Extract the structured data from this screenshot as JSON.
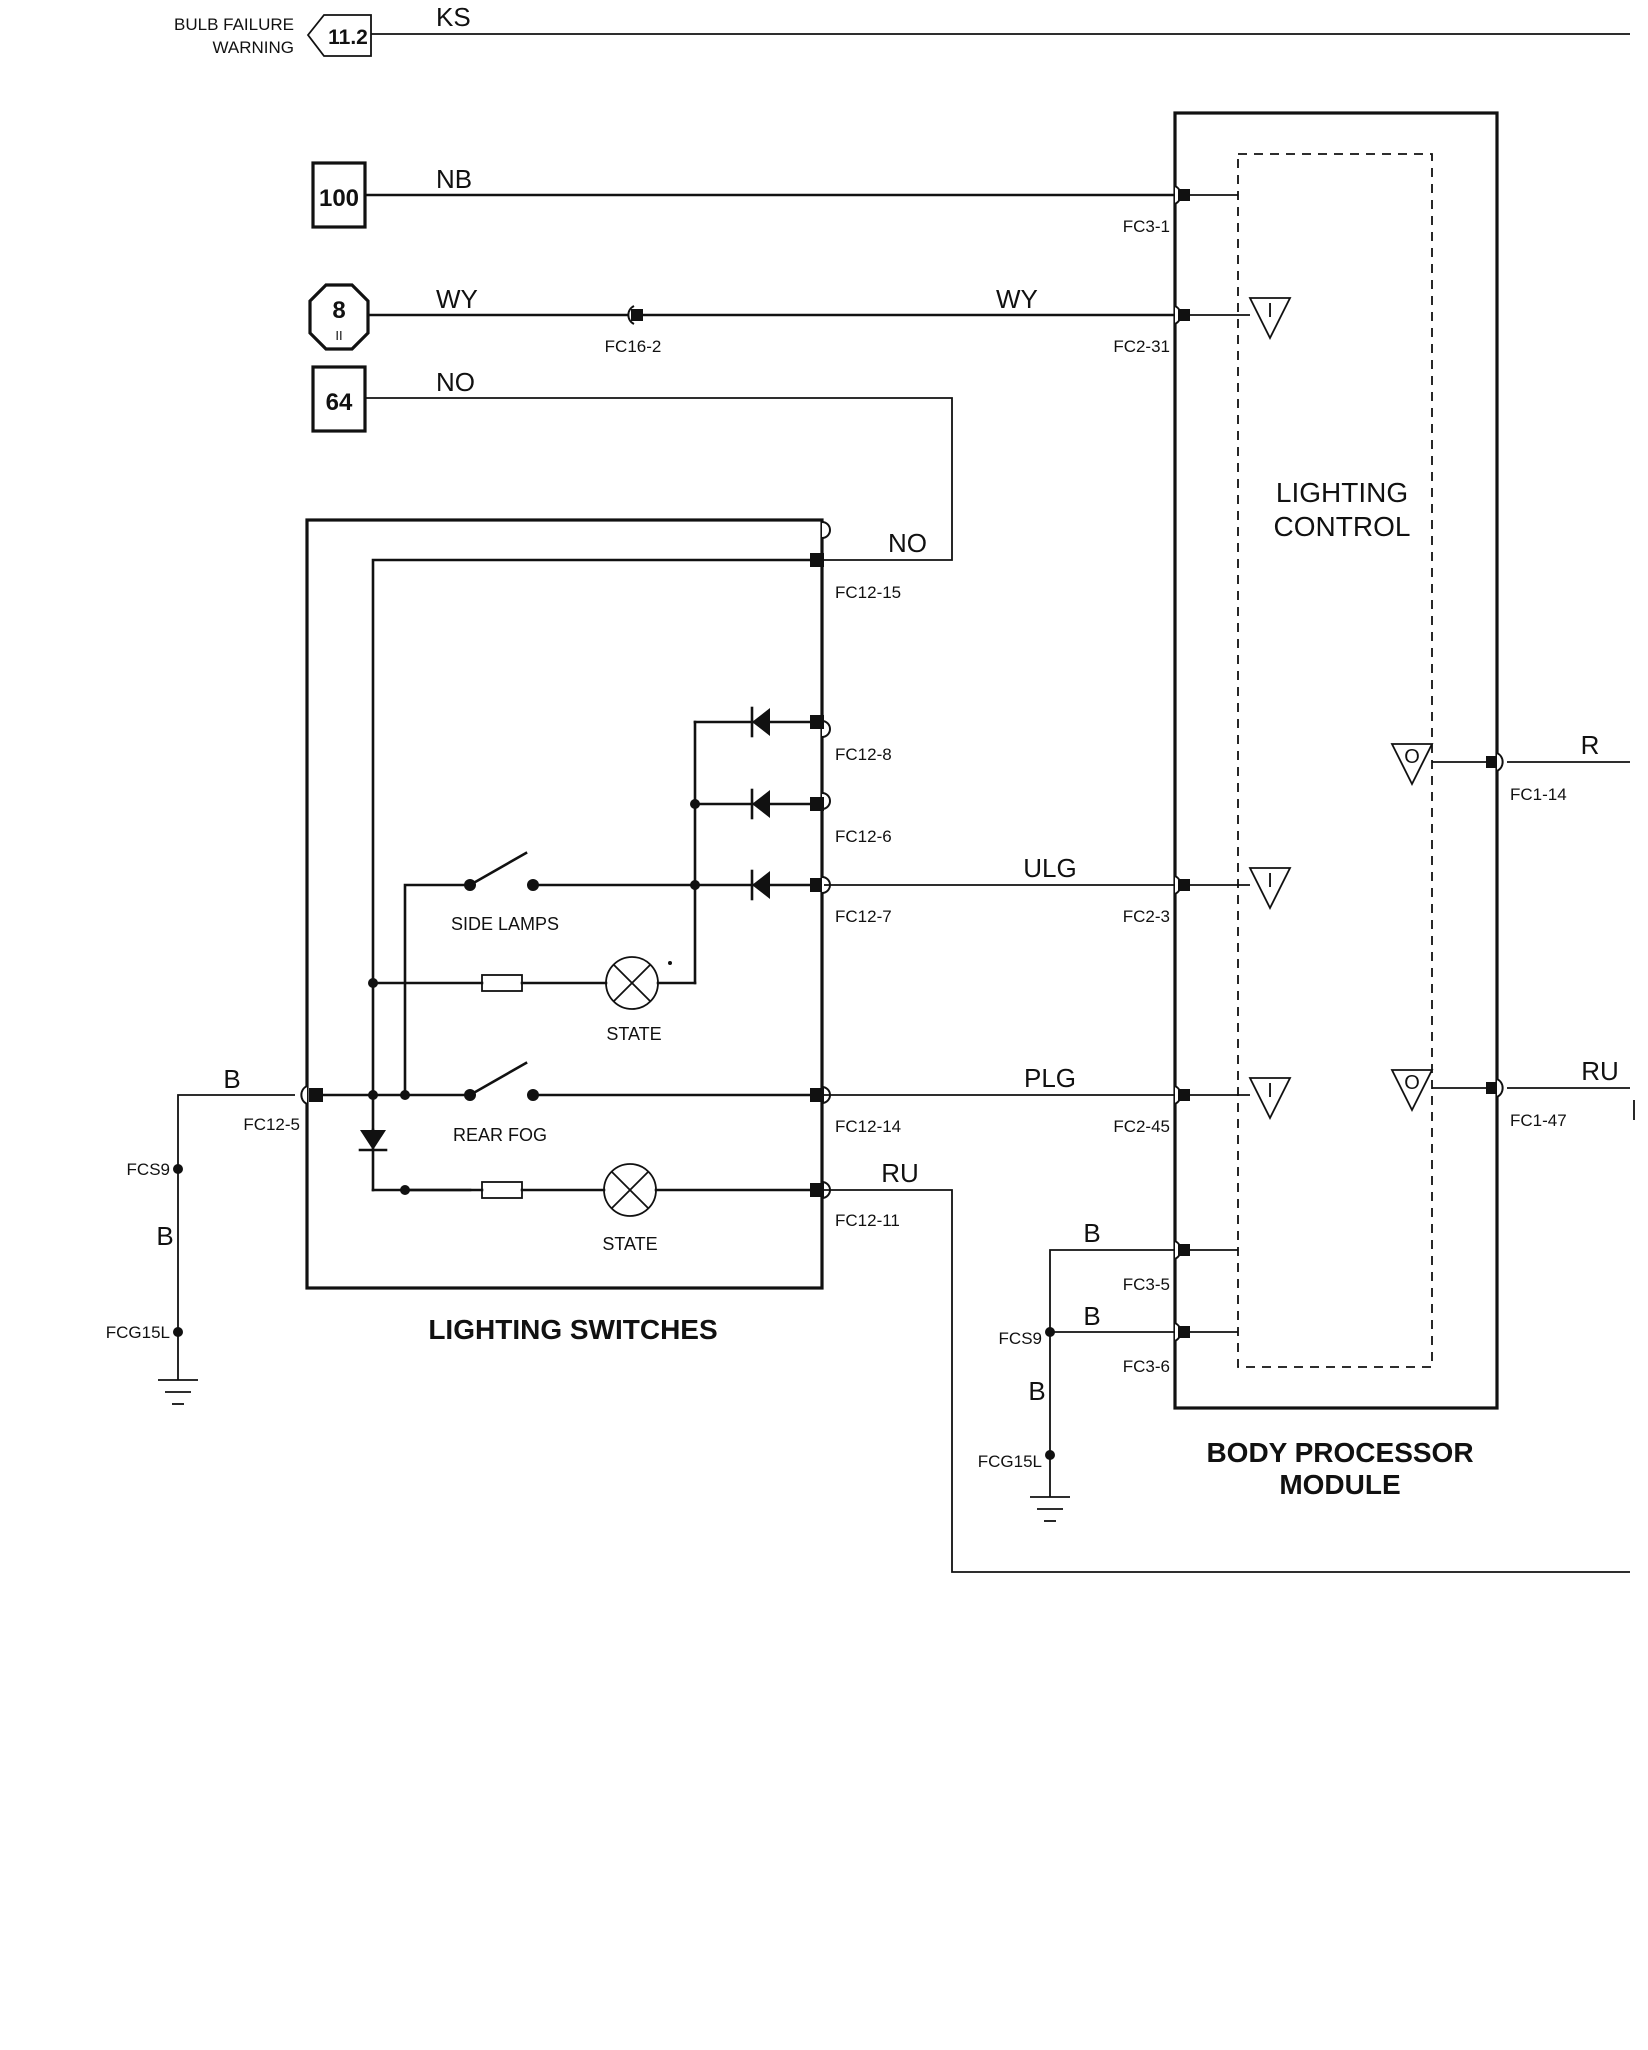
{
  "wires": {
    "ks": "KS",
    "nb": "NB",
    "wy_left": "WY",
    "wy_right": "WY",
    "no_top": "NO",
    "no_right": "NO",
    "r": "R",
    "ulg": "ULG",
    "b_left": "B",
    "b_left_lower": "B",
    "plg": "PLG",
    "ru_right": "RU",
    "ru_lower": "RU",
    "b_gnd_1": "B",
    "b_gnd_2": "B",
    "b_gnd_3": "B"
  },
  "refs": {
    "bulb_warning_line1": "BULB FAILURE",
    "bulb_warning_line2": "WARNING",
    "ref_11_2": "11.2",
    "ref_100": "100",
    "ref_8": "8",
    "ref_8_sub": "II",
    "ref_64": "64"
  },
  "connectors": {
    "fc3_1": "FC3-1",
    "fc16_2": "FC16-2",
    "fc2_31": "FC2-31",
    "fc12_15": "FC12-15",
    "fc12_8": "FC12-8",
    "fc12_6": "FC12-6",
    "fc12_7": "FC12-7",
    "fc2_3": "FC2-3",
    "fc1_14": "FC1-14",
    "fc12_5": "FC12-5",
    "fc12_14": "FC12-14",
    "fc2_45": "FC2-45",
    "fc1_47": "FC1-47",
    "fcs9_left": "FCS9",
    "fc12_11": "FC12-11",
    "fc3_5": "FC3-5",
    "fc3_6": "FC3-6",
    "fcs9_right": "FCS9",
    "fcg15l_left": "FCG15L",
    "fcg15l_right": "FCG15L"
  },
  "components": {
    "side_lamps": "SIDE LAMPS",
    "state_upper": "STATE",
    "rear_fog": "REAR FOG",
    "state_lower": "STATE",
    "lighting_control_line1": "LIGHTING",
    "lighting_control_line2": "CONTROL",
    "lighting_switches": "LIGHTING SWITCHES",
    "bpm_line1": "BODY PROCESSOR",
    "bpm_line2": "MODULE",
    "input_marker": "I",
    "output_marker": "O"
  }
}
